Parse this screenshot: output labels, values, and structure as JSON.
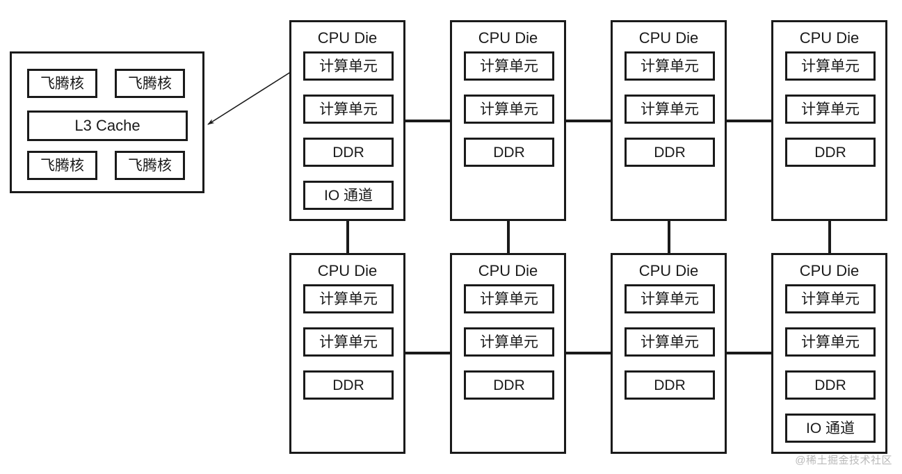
{
  "diagram": {
    "title_text": "CPU Die",
    "detail": {
      "name": "feiteng-core-detail",
      "cores": [
        {
          "label": "飞腾核"
        },
        {
          "label": "飞腾核"
        },
        {
          "label": "飞腾核"
        },
        {
          "label": "飞腾核"
        }
      ],
      "cache_label": "L3 Cache"
    },
    "rows": [
      {
        "name": "top-row",
        "dies": [
          {
            "title": "CPU Die",
            "blocks": [
              {
                "label": "计算单元"
              },
              {
                "label": "计算单元"
              },
              {
                "label": "DDR"
              },
              {
                "label": "IO 通道"
              }
            ]
          },
          {
            "title": "CPU Die",
            "blocks": [
              {
                "label": "计算单元"
              },
              {
                "label": "计算单元"
              },
              {
                "label": "DDR"
              }
            ]
          },
          {
            "title": "CPU Die",
            "blocks": [
              {
                "label": "计算单元"
              },
              {
                "label": "计算单元"
              },
              {
                "label": "DDR"
              }
            ]
          },
          {
            "title": "CPU Die",
            "blocks": [
              {
                "label": "计算单元"
              },
              {
                "label": "计算单元"
              },
              {
                "label": "DDR"
              }
            ]
          }
        ]
      },
      {
        "name": "bottom-row",
        "dies": [
          {
            "title": "CPU Die",
            "blocks": [
              {
                "label": "计算单元"
              },
              {
                "label": "计算单元"
              },
              {
                "label": "DDR"
              }
            ]
          },
          {
            "title": "CPU Die",
            "blocks": [
              {
                "label": "计算单元"
              },
              {
                "label": "计算单元"
              },
              {
                "label": "DDR"
              }
            ]
          },
          {
            "title": "CPU Die",
            "blocks": [
              {
                "label": "计算单元"
              },
              {
                "label": "计算单元"
              },
              {
                "label": "DDR"
              }
            ]
          },
          {
            "title": "CPU Die",
            "blocks": [
              {
                "label": "计算单元"
              },
              {
                "label": "计算单元"
              },
              {
                "label": "DDR"
              },
              {
                "label": "IO 通道"
              }
            ]
          }
        ]
      }
    ]
  },
  "watermark": {
    "text": "@稀土掘金技术社区"
  },
  "colors": {
    "stroke": "#1a1a1a",
    "background": "#ffffff",
    "watermark": "#b9b9b9"
  }
}
